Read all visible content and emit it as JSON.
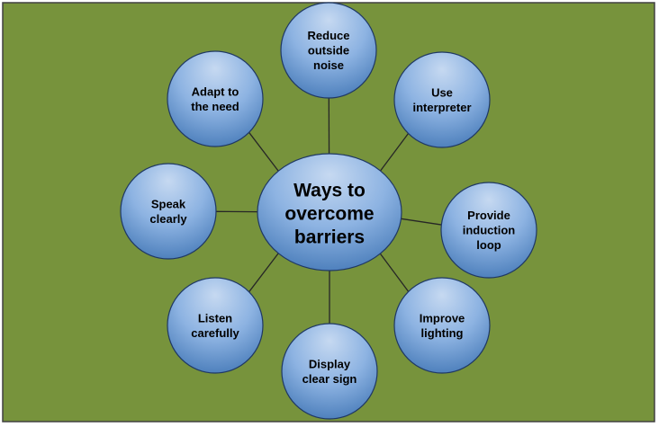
{
  "diagram": {
    "center": {
      "lines": [
        "Ways to",
        "overcome",
        "barriers"
      ]
    },
    "nodes": [
      {
        "id": "reduce-outside-noise",
        "lines": [
          "Reduce",
          "outside",
          "noise"
        ]
      },
      {
        "id": "use-interpreter",
        "lines": [
          "Use",
          "interpreter"
        ]
      },
      {
        "id": "provide-induction-loop",
        "lines": [
          "Provide",
          "induction",
          "loop"
        ]
      },
      {
        "id": "improve-lighting",
        "lines": [
          "Improve",
          "lighting"
        ]
      },
      {
        "id": "display-clear-sign",
        "lines": [
          "Display",
          "clear sign"
        ]
      },
      {
        "id": "listen-carefully",
        "lines": [
          "Listen",
          "carefully"
        ]
      },
      {
        "id": "speak-clearly",
        "lines": [
          "Speak",
          "clearly"
        ]
      },
      {
        "id": "adapt-to-the-need",
        "lines": [
          "Adapt to",
          "the need"
        ]
      }
    ],
    "colors": {
      "background": "#77933c",
      "border": "#404040",
      "connector": "#262626",
      "bubble_light": "#c6d9f1",
      "bubble_mid": "#8db3e2",
      "bubble_dark": "#4f81bd",
      "bubble_stroke": "#1f3864"
    }
  }
}
